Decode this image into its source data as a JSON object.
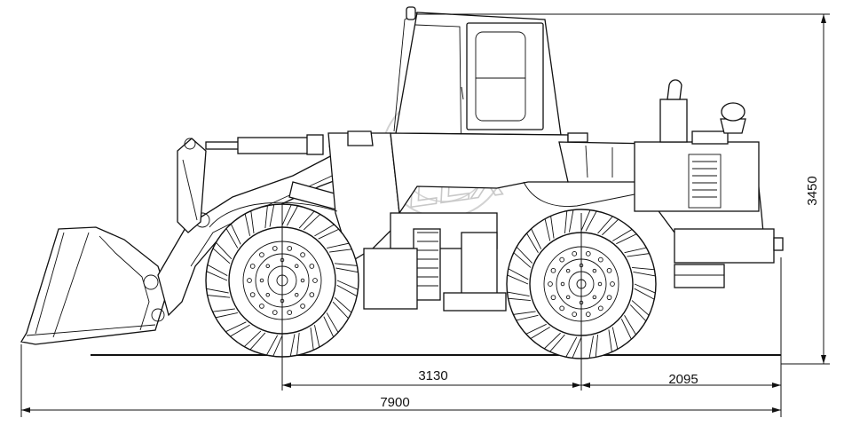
{
  "dimensions": {
    "wheelbase": "3130",
    "rear_overhang": "2095",
    "overall_length": "7900",
    "overall_height": "3450"
  },
  "watermark": {
    "text": "OPLEX"
  }
}
